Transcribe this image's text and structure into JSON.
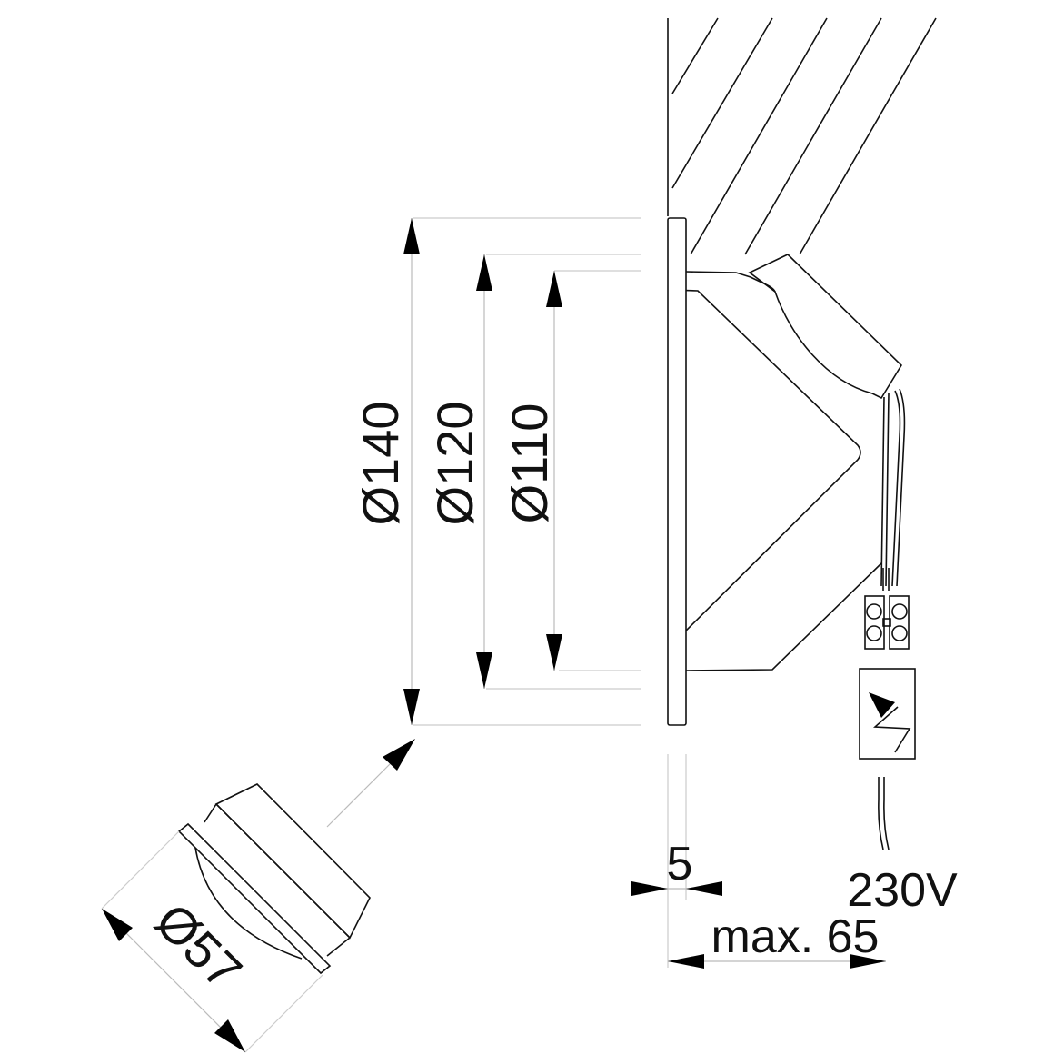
{
  "dimensions": {
    "d140": "Ø140",
    "d120": "Ø120",
    "d110": "Ø110",
    "d57": "Ø57",
    "flange": "5",
    "depth": "max. 65",
    "voltage": "230V"
  },
  "colors": {
    "line": "#111111",
    "extension": "#cccccc"
  }
}
